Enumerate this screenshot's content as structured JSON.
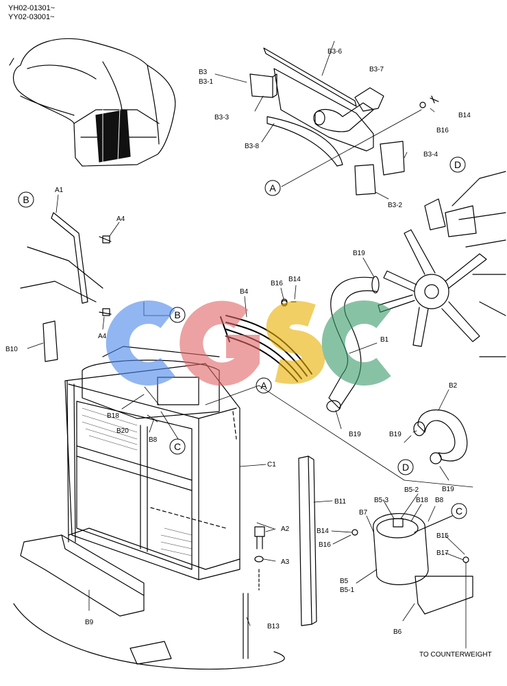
{
  "serials": [
    "YH02-01301~",
    "YY02-03001~"
  ],
  "watermark": {
    "letters": [
      "C",
      "G",
      "S",
      "C"
    ],
    "colors": [
      "#4a86e8",
      "#e06666",
      "#e8b000",
      "#3a9a6a"
    ]
  },
  "callouts": {
    "A": "A",
    "B": "B",
    "C": "C",
    "D": "D"
  },
  "labels": {
    "b3_6": "B3-6",
    "b3": "B3",
    "b3_1": "B3-1",
    "b3_7": "B3-7",
    "b14_top": "B14",
    "b16_top": "B16",
    "b3_3": "B3-3",
    "b3_8": "B3-8",
    "b3_4": "B3-4",
    "b3_2": "B3-2",
    "a1": "A1",
    "a4_top": "A4",
    "a4_bottom": "A4",
    "b10": "B10",
    "b4": "B4",
    "b16_mid": "B16",
    "b14_mid": "B14",
    "b19_top": "B19",
    "b1": "B1",
    "b18_left": "B18",
    "b20": "B20",
    "b8_left": "B8",
    "b19_mid": "B19",
    "b2": "B2",
    "b19_right": "B19",
    "b19_bottom": "B19",
    "c1": "C1",
    "b11": "B11",
    "b5_3": "B5-3",
    "b5_2": "B5-2",
    "b18_right": "B18",
    "b8_right": "B8",
    "b7": "B7",
    "b14_low": "B14",
    "b16_low": "B16",
    "a2": "A2",
    "a3": "A3",
    "b15": "B15",
    "b17": "B17",
    "b5": "B5",
    "b5_1": "B5-1",
    "b6": "B6",
    "b9": "B9",
    "b13": "B13"
  },
  "note": "TO COUNTERWEIGHT"
}
